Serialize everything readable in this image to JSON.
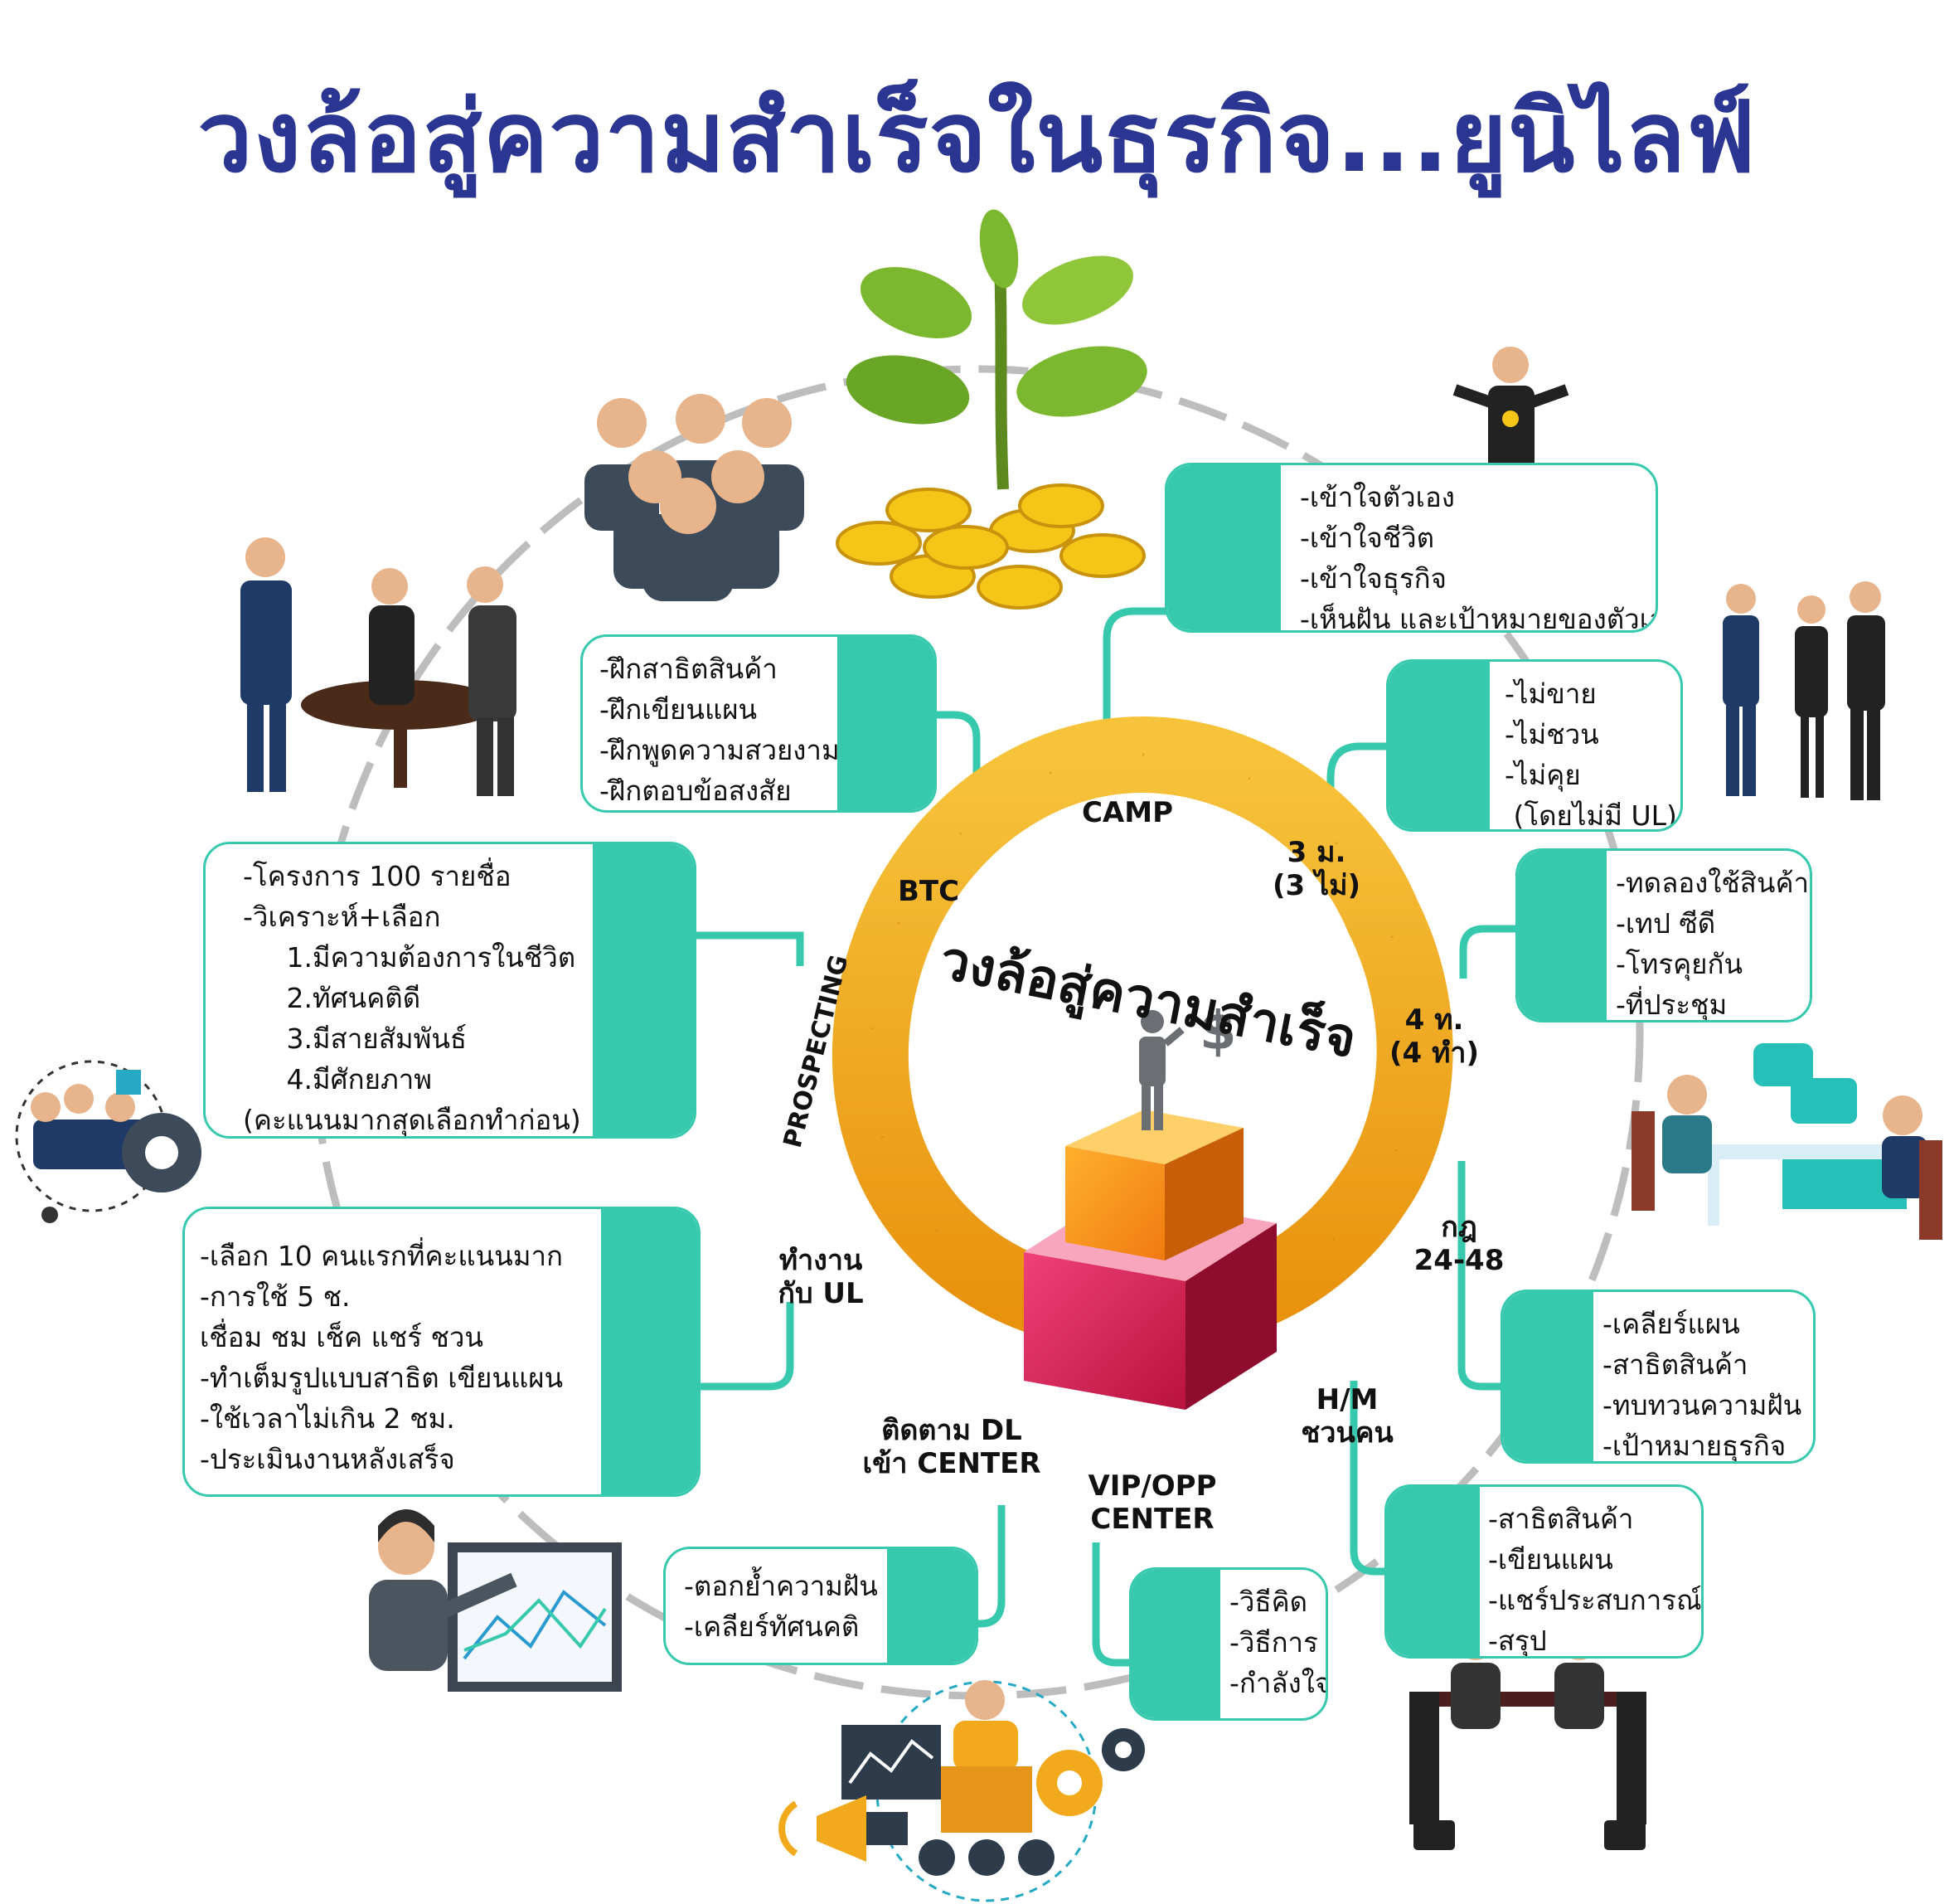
{
  "title": "วงล้อสู่ความสำเร็จในธุรกิจ...ยูนิไลฟ์",
  "center_title": "วงล้อสู่ความสำเร็จ",
  "colors": {
    "title": "#2b3592",
    "teal": "#37c9ae",
    "gold": "#f2a91b",
    "ring_dash": "#bdbdbd"
  },
  "wheel_segments": [
    {
      "label": "CAMP"
    },
    {
      "label": "3 ม.\n(3 ไม่)"
    },
    {
      "label": "4 ท.\n(4 ทำ)"
    },
    {
      "label": "กฎ\n24-48"
    },
    {
      "label": "H/M\nชวนคน"
    },
    {
      "label": "VIP/OPP\nCENTER"
    },
    {
      "label": "ติดตาม DL\nเข้า CENTER"
    },
    {
      "label": "ทำงาน\nกับ UL"
    },
    {
      "label": "PROSPECTING"
    },
    {
      "label": "BTC"
    }
  ],
  "boxes": {
    "camp": [
      "-เข้าใจตัวเอง",
      "-เข้าใจชีวิต",
      "-เข้าใจธุรกิจ",
      "-เห็นฝัน และเป้าหมายของตัวเอง"
    ],
    "three_m": [
      "-ไม่ขาย",
      "-ไม่ชวน",
      "-ไม่คุย",
      " (โดยไม่มี UL)"
    ],
    "four_t": [
      "-ทดลองใช้สินค้า",
      "-เทป ซีดี",
      "-โทรคุยกัน",
      "-ที่ประชุม"
    ],
    "rule_24_48": [
      "-เคลียร์แผน",
      "-สาธิตสินค้า",
      "-ทบทวนความฝัน",
      "-เป้าหมายธุรกิจ"
    ],
    "hm": [
      "-สาธิตสินค้า",
      "-เขียนแผน",
      "-แชร์ประสบการณ์",
      "-สรุป"
    ],
    "vip": [
      "-วิธีคิด",
      "-วิธีการ",
      "-กำลังใจ"
    ],
    "follow_dl": [
      "-ตอกย้ำความฝัน",
      "-เคลียร์ทัศนคติ"
    ],
    "work_ul": [
      "-เลือก 10 คนแรกที่คะแนนมาก",
      "-การใช้ 5 ช.",
      "เชื่อม ชม เช็ค แชร์ ชวน",
      "-ทำเต็มรูปแบบสาธิต เขียนแผน",
      "-ใช้เวลาไม่เกิน 2 ชม.",
      "-ประเมินงานหลังเสร็จ"
    ],
    "prospecting": [
      "-โครงการ 100 รายชื่อ",
      "-วิเคราะห์+เลือก",
      "     1.มีความต้องการในชีวิต",
      "     2.ทัศนคติดี",
      "     3.มีสายสัมพันธ์",
      "     4.มีศักยภาพ",
      "(คะแนนมากสุดเลือกทำก่อน)"
    ],
    "btc": [
      "-ฝึกสาธิตสินค้า",
      "-ฝึกเขียนแผน",
      "-ฝึกพูดความสวยงาม",
      "-ฝึกตอบข้อสงสัย"
    ]
  },
  "icons": [
    "plant-coins-icon",
    "group-people-icon",
    "meeting-table-icon",
    "team-gear-icon",
    "presenter-chart-icon",
    "conference-icon",
    "speaker-icon",
    "businessman-icon",
    "team-three-icon",
    "consult-desk-icon",
    "handshake-table-icon",
    "dollar-icon"
  ]
}
